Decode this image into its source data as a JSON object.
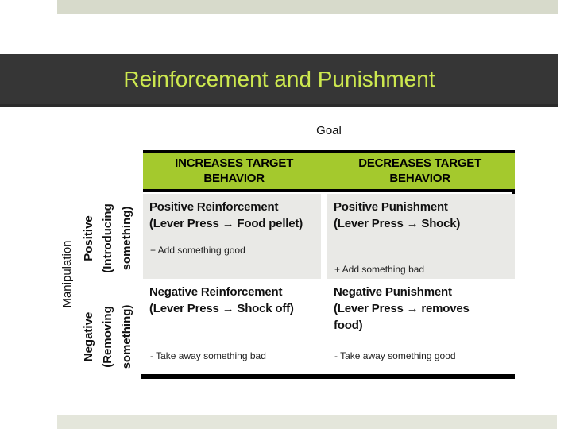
{
  "slide": {
    "title": "Reinforcement and Punishment",
    "goal_label": "Goal",
    "manipulation_label": "Manipulation"
  },
  "table": {
    "column_headers": {
      "increases": "INCREASES TARGET BEHAVIOR",
      "decreases": "DECREASES TARGET BEHAVIOR"
    },
    "row_headers": {
      "positive": {
        "line1": "Positive",
        "line2": "(Introducing",
        "line3": "something)"
      },
      "negative": {
        "line1": "Negative",
        "line2": "(Removing",
        "line3": "something)"
      }
    },
    "cells": {
      "positive_reinforcement": {
        "title": "Positive Reinforcement",
        "detail": "(Lever Press → Food pellet)",
        "note": "+ Add something good"
      },
      "positive_punishment": {
        "title": "Positive Punishment",
        "detail": "(Lever Press → Shock)",
        "note": "+ Add something bad"
      },
      "negative_reinforcement": {
        "title": "Negative Reinforcement",
        "detail": "(Lever Press → Shock off)",
        "note": "- Take away something bad"
      },
      "negative_punishment": {
        "title": "Negative Punishment",
        "detail": "(Lever Press → removes food)",
        "note": "- Take away something good"
      }
    }
  },
  "colors": {
    "title_bar_bg": "#363636",
    "title_text": "#cde84f",
    "header_green": "#a4c92d",
    "row1_bg": "#e9e9e6",
    "accent_band_top": "#d7dacb",
    "accent_band_bottom": "#e4e6db"
  }
}
